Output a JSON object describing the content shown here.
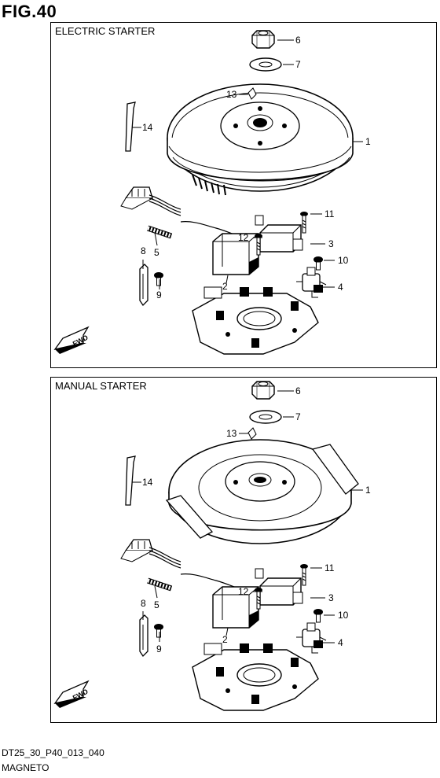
{
  "figure": {
    "title": "FIG.40"
  },
  "panels": [
    {
      "label": "ELECTRIC STARTER"
    },
    {
      "label": "MANUAL STARTER"
    }
  ],
  "callouts": [
    "1",
    "2",
    "3",
    "4",
    "5",
    "6",
    "7",
    "8",
    "9",
    "10",
    "11",
    "12",
    "13",
    "14"
  ],
  "fwd_label": "FWD",
  "footer": {
    "code": "DT25_30_P40_013_040",
    "title": "MAGNETO"
  }
}
